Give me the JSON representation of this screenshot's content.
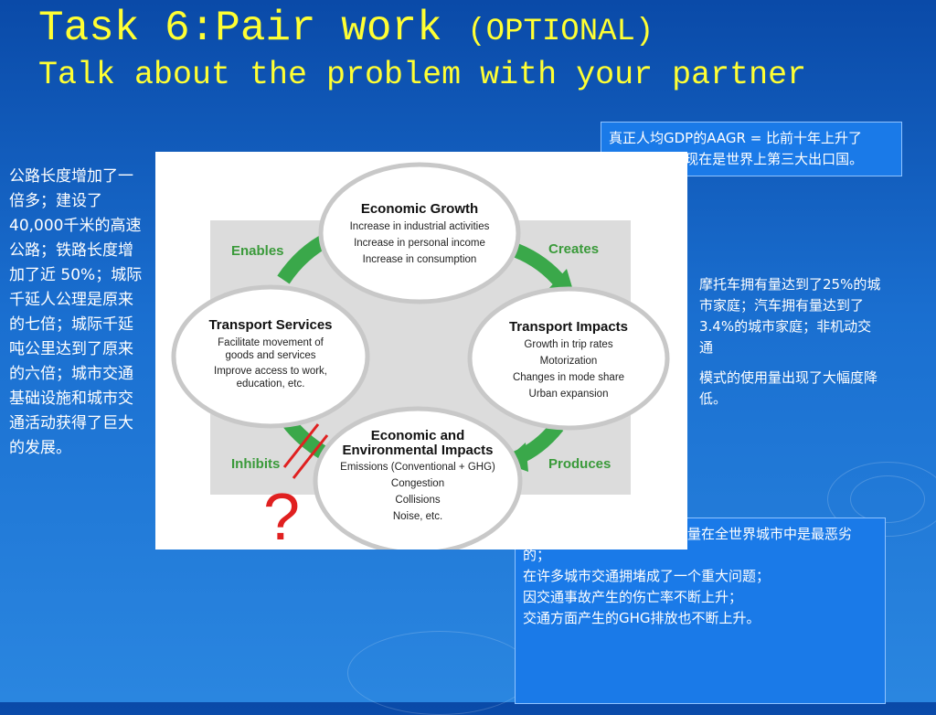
{
  "slide": {
    "title_main": "Task  6:Pair work",
    "title_optional": "(OPTIONAL)",
    "subtitle": "Talk about the problem with your partner"
  },
  "notes": {
    "top_box": "真正人均GDP的AAGR = 比前十年上升了8.6%；中国现在是世界上第三大出口国。",
    "left_text": "公路长度增加了一倍多；建设了40,000千米的高速公路；铁路长度增加了近 50%；城际千延人公理是原来的七倍；城际千延吨公里达到了原来的六倍；城市交通基础设施和城市交通活动获得了巨大的发展。",
    "right_p1": "摩托车拥有量达到了25%的城市家庭；汽车拥有量达到了3.4%的城市家庭；非机动交通",
    "right_p2": "模式的使用量出现了大幅度降低。",
    "bottom_lines": [
      "与此相关的中国城市空气质量在全世界城市中是最恶劣的；",
      "在许多城市交通拥堵成了一个重大问题；",
      "因交通事故产生的伤亡率不断上升；",
      "交通方面产生的GHG排放也不断上升。"
    ]
  },
  "diagram": {
    "nodes": {
      "economic_growth": {
        "title": "Economic Growth",
        "lines": [
          "Increase in industrial activities",
          "Increase in personal income",
          "Increase in consumption"
        ]
      },
      "transport_impacts": {
        "title": "Transport Impacts",
        "lines": [
          "Growth in trip rates",
          "Motorization",
          "Changes in mode share",
          "Urban expansion"
        ]
      },
      "environmental_impacts": {
        "title_line1": "Economic and",
        "title_line2": "Environmental Impacts",
        "lines": [
          "Emissions (Conventional + GHG)",
          "Congestion",
          "Collisions",
          "Noise, etc."
        ]
      },
      "transport_services": {
        "title": "Transport Services",
        "lines": [
          "Facilitate movement of",
          "goods and services",
          "Improve access to work,",
          "education, etc."
        ]
      }
    },
    "arrows": {
      "enables": "Enables",
      "creates": "Creates",
      "produces": "Produces",
      "inhibits": "Inhibits"
    },
    "question_mark": "?",
    "colors": {
      "arrow": "#3aa84a",
      "label": "#3a9a3a",
      "mark": "#e02020"
    }
  }
}
